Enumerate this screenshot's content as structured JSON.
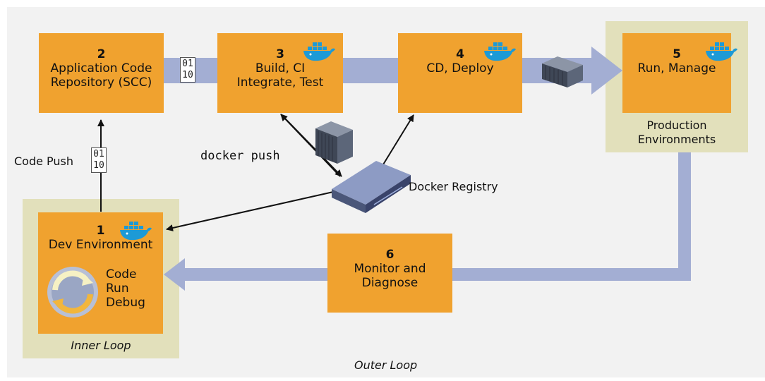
{
  "boxes": {
    "repo": {
      "number": "2",
      "line1": "Application Code",
      "line2": "Repository (SCC)"
    },
    "build": {
      "number": "3",
      "line1": "Build, CI",
      "line2": "Integrate, Test"
    },
    "deploy": {
      "number": "4",
      "line1": "CD, Deploy"
    },
    "run": {
      "number": "5",
      "line1": "Run, Manage"
    },
    "dev": {
      "number": "1",
      "line1": "Dev Environment",
      "steps": [
        "Code",
        "Run",
        "Debug"
      ]
    },
    "monitor": {
      "number": "6",
      "line1": "Monitor and",
      "line2": "Diagnose"
    }
  },
  "labels": {
    "production_line1": "Production",
    "production_line2": "Environments",
    "code_push": "Code Push",
    "docker_push": "docker push",
    "docker_registry": "Docker Registry",
    "inner_loop": "Inner Loop",
    "outer_loop": "Outer Loop"
  },
  "binary": {
    "line1": "01",
    "line2": "10"
  },
  "icons": [
    "docker-whale-icon",
    "binary-file-icon",
    "container-icon",
    "server-registry-icon",
    "cycle-icon"
  ],
  "colors": {
    "box": "#f0a22f",
    "zone": "#e2e0bb",
    "flow_arrow": "#a3aed3",
    "docker_blue": "#1d9ad6"
  }
}
